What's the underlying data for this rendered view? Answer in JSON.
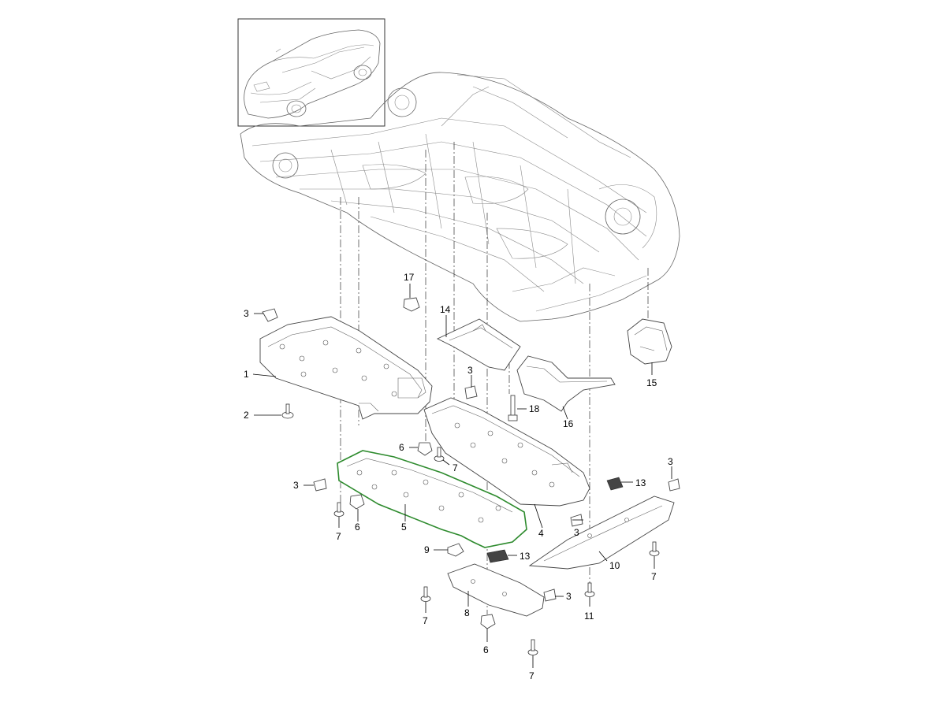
{
  "diagram": {
    "inset_label": "",
    "callouts": [
      {
        "id": "c1",
        "label": "1"
      },
      {
        "id": "c2",
        "label": "2"
      },
      {
        "id": "c3a",
        "label": "3"
      },
      {
        "id": "c3b",
        "label": "3"
      },
      {
        "id": "c3c",
        "label": "3"
      },
      {
        "id": "c3d",
        "label": "3"
      },
      {
        "id": "c3e",
        "label": "3"
      },
      {
        "id": "c3f",
        "label": "3"
      },
      {
        "id": "c4",
        "label": "4"
      },
      {
        "id": "c5",
        "label": "5"
      },
      {
        "id": "c6a",
        "label": "6"
      },
      {
        "id": "c6b",
        "label": "6"
      },
      {
        "id": "c6c",
        "label": "6"
      },
      {
        "id": "c7a",
        "label": "7"
      },
      {
        "id": "c7b",
        "label": "7"
      },
      {
        "id": "c7c",
        "label": "7"
      },
      {
        "id": "c7d",
        "label": "7"
      },
      {
        "id": "c7e",
        "label": "7"
      },
      {
        "id": "c8",
        "label": "8"
      },
      {
        "id": "c9",
        "label": "9"
      },
      {
        "id": "c10",
        "label": "10"
      },
      {
        "id": "c11",
        "label": "11"
      },
      {
        "id": "c13a",
        "label": "13"
      },
      {
        "id": "c13b",
        "label": "13"
      },
      {
        "id": "c14",
        "label": "14"
      },
      {
        "id": "c15",
        "label": "15"
      },
      {
        "id": "c16",
        "label": "16"
      },
      {
        "id": "c17",
        "label": "17"
      },
      {
        "id": "c18",
        "label": "18"
      }
    ],
    "highlight_part": "5",
    "highlight_color": "#2e8b2e"
  }
}
